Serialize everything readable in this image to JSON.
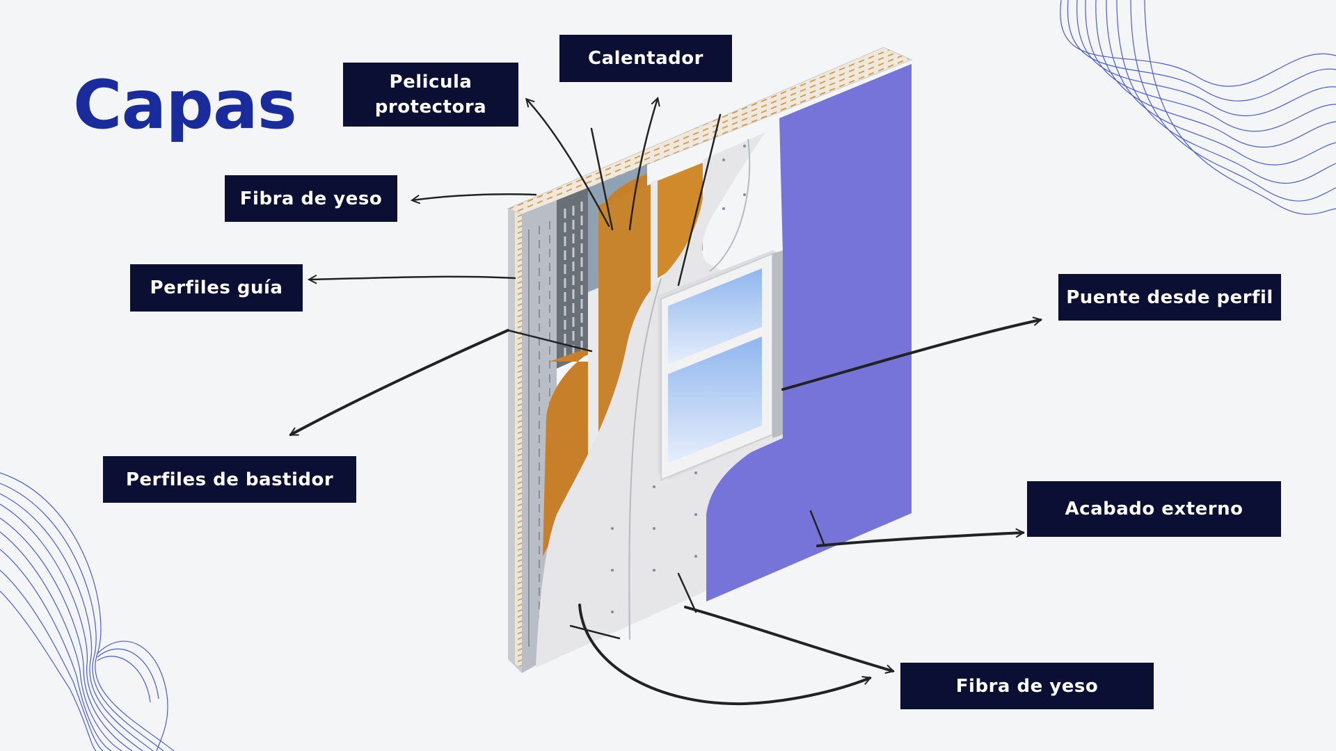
{
  "title": "Capas",
  "labels": {
    "pelicula_line1": "Pelicula",
    "pelicula_line2": "protectora",
    "calentador": "Calentador",
    "fibra_yeso_top": "Fibra de yeso",
    "perfiles_guia": "Perfiles guía",
    "perfiles_bastidor": "Perfiles de bastidor",
    "puente_perfil": "Puente desde perfil",
    "acabado_externo": "Acabado externo",
    "fibra_yeso_bottom": "Fibra de yeso"
  },
  "colors": {
    "title": "#1a2b9c",
    "label_bg": "#0a0f33",
    "label_text": "#ffffff",
    "external_finish": "#7774d9",
    "insulation": "#c87f2a",
    "gypsum": "#e8e8ea",
    "wave_lines": "#2a3fd6"
  }
}
